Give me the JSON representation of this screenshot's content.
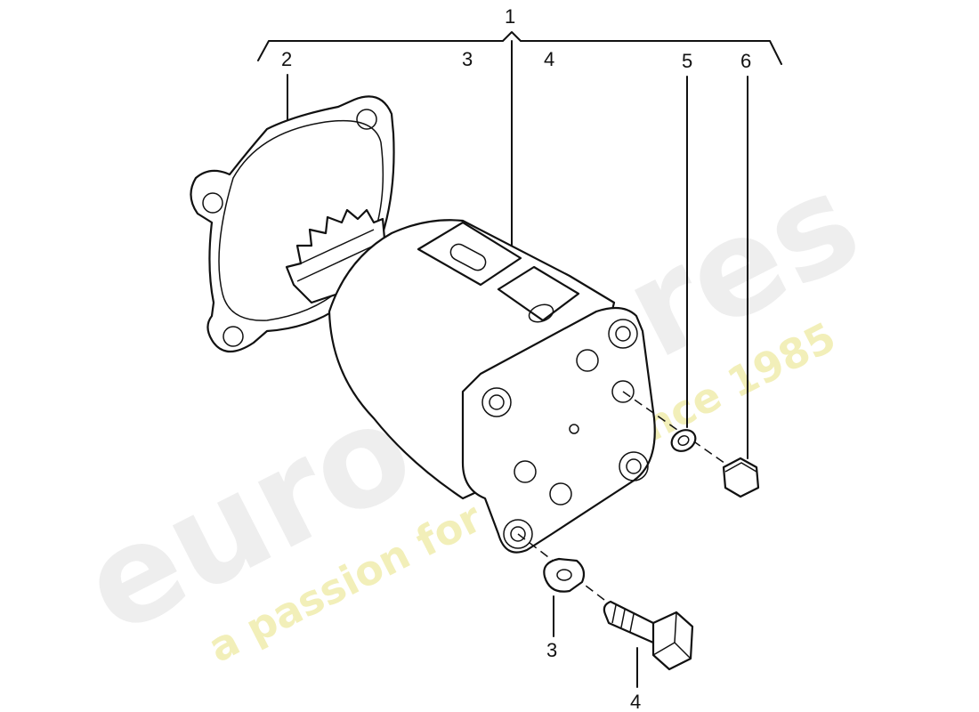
{
  "watermark": {
    "brand": "eurospares",
    "tagline": "a passion for parts since 1985"
  },
  "callouts": {
    "group": "1",
    "gasket": "2",
    "washer_top": "3",
    "bolt_top": "4",
    "spring_washer": "5",
    "nut": "6",
    "washer_bottom": "3",
    "bolt_bottom": "4"
  }
}
